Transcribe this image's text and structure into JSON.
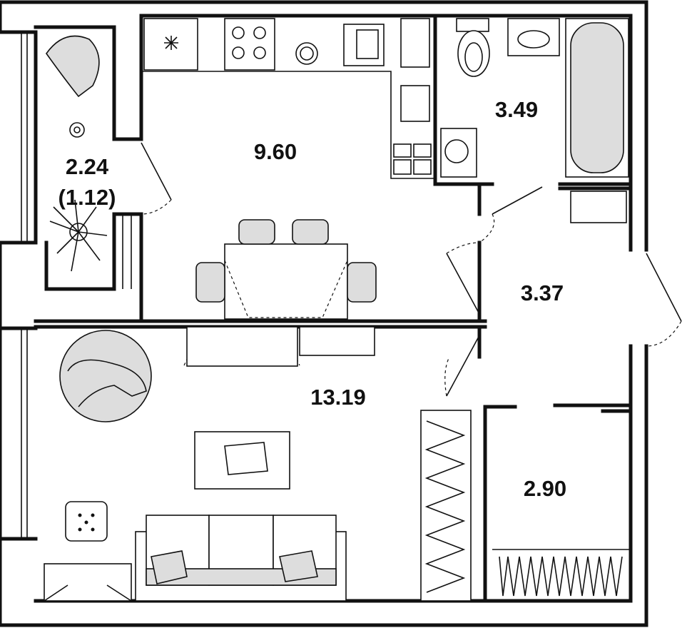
{
  "plan": {
    "rooms": [
      {
        "id": "balcony",
        "area": "2.24",
        "area_reduced": "(1.12)"
      },
      {
        "id": "kitchen",
        "area": "9.60"
      },
      {
        "id": "bathroom",
        "area": "3.49"
      },
      {
        "id": "hallway",
        "area": "3.37"
      },
      {
        "id": "living-room",
        "area": "13.19"
      },
      {
        "id": "storage",
        "area": "2.90"
      }
    ],
    "colors": {
      "wall": "#111111",
      "furniture_fill": "#dddddd",
      "background": "#ffffff"
    }
  }
}
